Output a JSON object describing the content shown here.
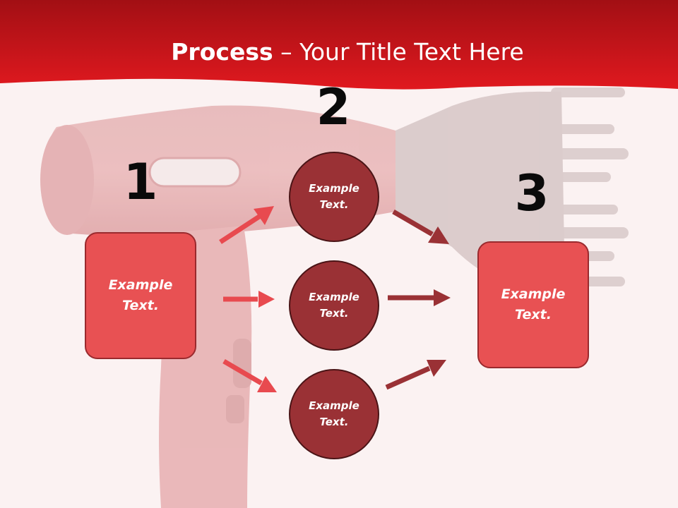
{
  "title": {
    "bold": "Process",
    "rest": " – Your Title Text Here"
  },
  "steps": [
    {
      "number": "1",
      "label": "Example Text."
    },
    {
      "number": "2",
      "items": [
        "Example Text.",
        "Example Text.",
        "Example Text."
      ]
    },
    {
      "number": "3",
      "label": "Example Text."
    }
  ],
  "colors": {
    "banner": "#d9161e",
    "box": "#e85153",
    "circle": "#9a3135",
    "arrow_left": "#e84a4f",
    "arrow_right": "#9a3135"
  },
  "icons": {
    "background": "hair-dryer-image"
  }
}
